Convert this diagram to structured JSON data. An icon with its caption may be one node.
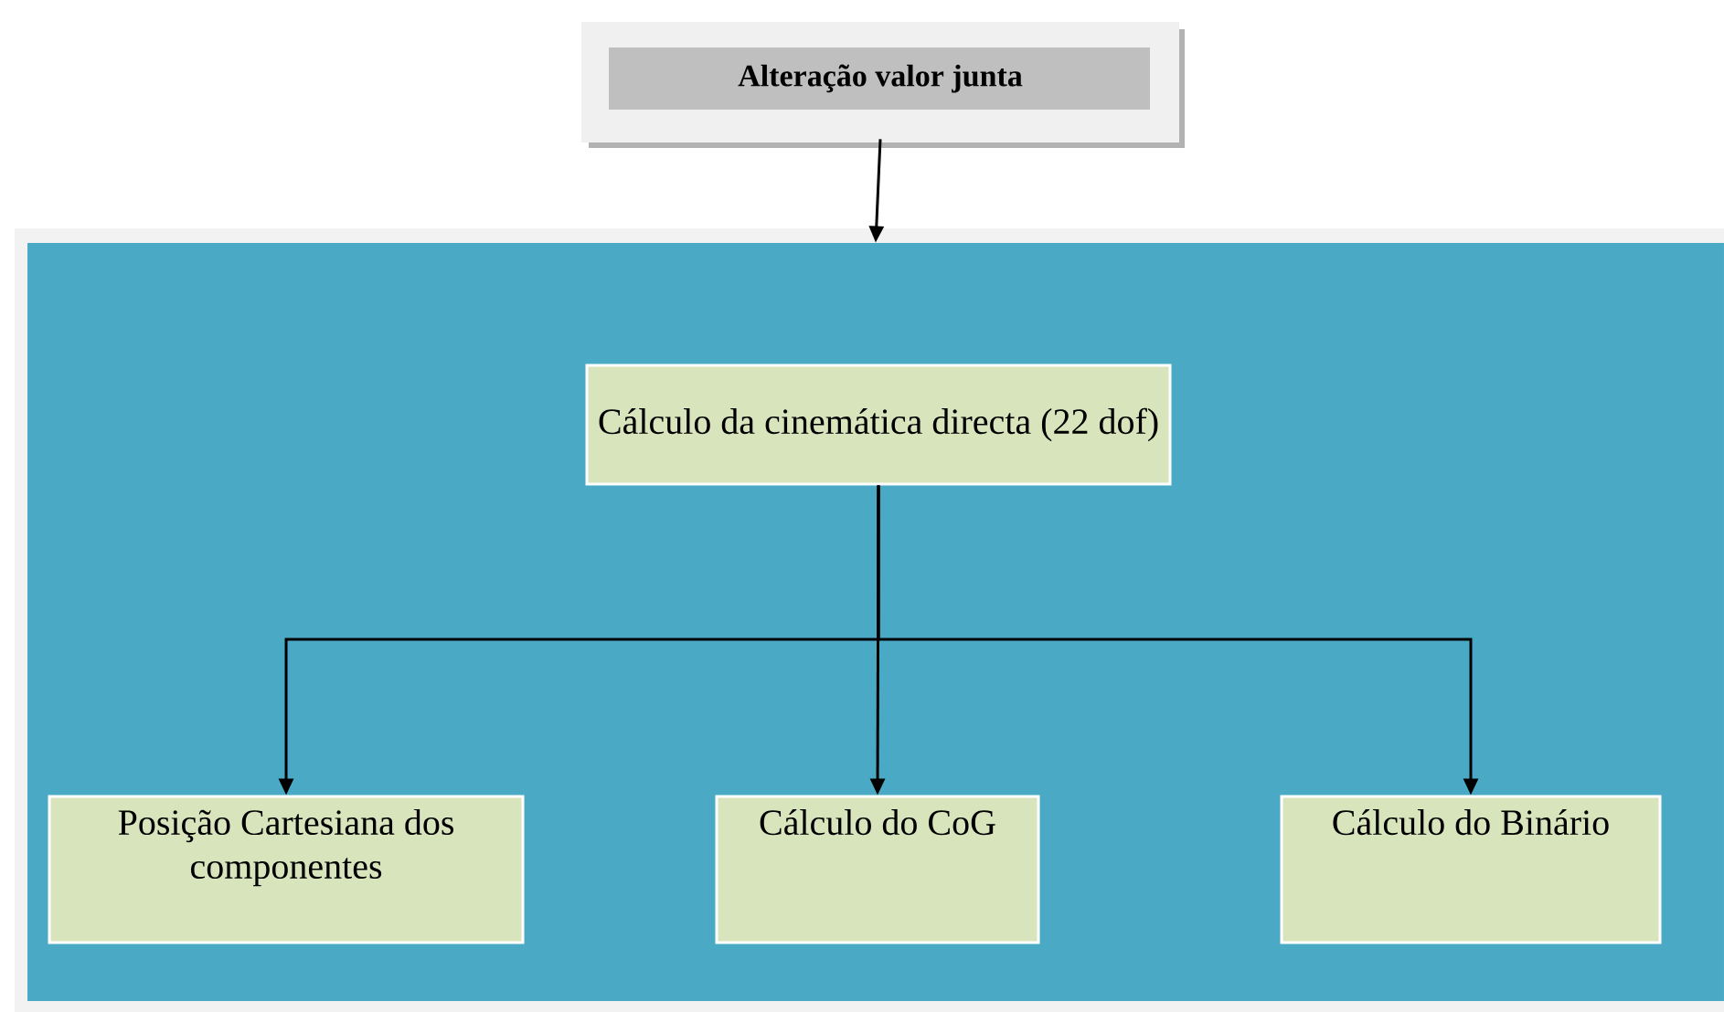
{
  "diagram": {
    "nodes": [
      {
        "text": [
          "Alteração valor junta"
        ]
      },
      {
        "text": [],
        "shape": "box"
      },
      {
        "text": [
          "Cálculo da cinemática directa (22 dof)"
        ],
        "in": 1
      },
      {
        "text": [
          "Posição Cartesiana dos componentes"
        ],
        "in": 1
      },
      {
        "text": [
          "Cálculo do CoG"
        ],
        "in": 1
      },
      {
        "text": [
          "Cálculo do Binário"
        ],
        "in": 1
      }
    ],
    "edges": [
      {
        "from": 0,
        "to": 1,
        "arrow": "to"
      },
      {
        "from": 2,
        "to": 3,
        "arrow": "to"
      },
      {
        "from": 2,
        "to": 4,
        "arrow": "to"
      },
      {
        "from": 2,
        "to": 5,
        "arrow": "to"
      }
    ]
  }
}
